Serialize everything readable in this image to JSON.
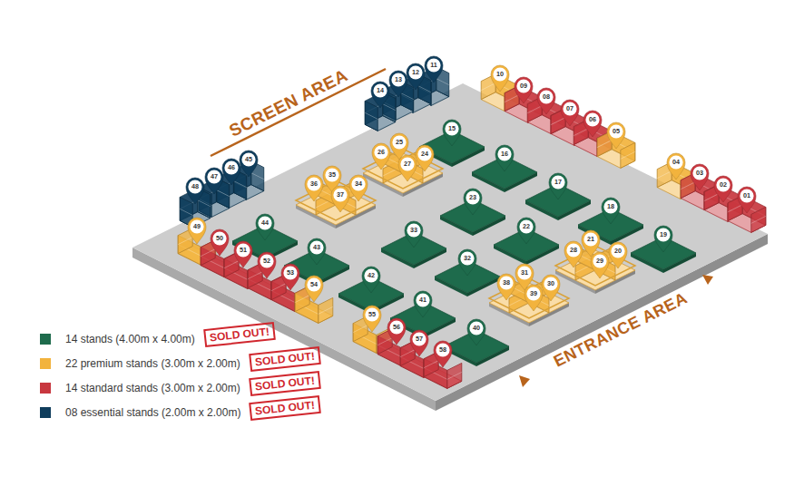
{
  "diagram": {
    "nodes": [
      {
        "text": [
          "01"
        ]
      },
      {
        "text": [
          "02"
        ]
      },
      {
        "text": [
          "03"
        ]
      },
      {
        "text": [
          "04"
        ]
      },
      {
        "text": [
          "05"
        ]
      },
      {
        "text": [
          "06"
        ]
      },
      {
        "text": [
          "07"
        ]
      },
      {
        "text": [
          "08"
        ]
      },
      {
        "text": [
          "09"
        ]
      },
      {
        "text": [
          "10"
        ]
      },
      {
        "text": [
          "11"
        ]
      },
      {
        "text": [
          "12"
        ]
      },
      {
        "text": [
          "13"
        ]
      },
      {
        "text": [
          "14"
        ]
      },
      {
        "text": [
          "15"
        ]
      },
      {
        "text": [
          "16"
        ]
      },
      {
        "text": [
          "17"
        ]
      },
      {
        "text": [
          "18"
        ]
      },
      {
        "text": [
          "19"
        ]
      },
      {
        "text": [
          "20"
        ]
      },
      {
        "text": [
          "21"
        ]
      },
      {
        "text": [
          "22"
        ]
      },
      {
        "text": [
          "23"
        ]
      },
      {
        "text": [
          "24"
        ]
      },
      {
        "text": [
          "25"
        ]
      },
      {
        "text": [
          "26"
        ]
      },
      {
        "text": [
          "27"
        ]
      },
      {
        "text": [
          "28"
        ]
      },
      {
        "text": [
          "29"
        ]
      },
      {
        "text": [
          "30"
        ]
      },
      {
        "text": [
          "31"
        ]
      },
      {
        "text": [
          "32"
        ]
      },
      {
        "text": [
          "33"
        ]
      },
      {
        "text": [
          "34"
        ]
      },
      {
        "text": [
          "35"
        ]
      },
      {
        "text": [
          "36"
        ]
      },
      {
        "text": [
          "37"
        ]
      },
      {
        "text": [
          "38"
        ]
      },
      {
        "text": [
          "39"
        ]
      },
      {
        "text": [
          "40"
        ]
      },
      {
        "text": [
          "41"
        ]
      },
      {
        "text": [
          "42"
        ]
      },
      {
        "text": [
          "43"
        ]
      },
      {
        "text": [
          "44"
        ]
      },
      {
        "text": [
          "45"
        ]
      },
      {
        "text": [
          "46"
        ]
      },
      {
        "text": [
          "47"
        ]
      },
      {
        "text": [
          "48"
        ]
      },
      {
        "text": [
          "49"
        ]
      },
      {
        "text": [
          "50"
        ]
      },
      {
        "text": [
          "51"
        ]
      },
      {
        "text": [
          "52"
        ]
      },
      {
        "text": [
          "53"
        ]
      },
      {
        "text": [
          "54"
        ]
      },
      {
        "text": [
          "55"
        ]
      },
      {
        "text": [
          "56"
        ]
      },
      {
        "text": [
          "57"
        ]
      },
      {
        "text": [
          "58"
        ]
      }
    ],
    "labels": [
      "SCREEN AREA",
      "ENTRANCE AREA",
      "SOLD OUT!",
      "SOLD OUT!",
      "SOLD OUT!",
      "SOLD OUT!"
    ],
    "legend": [
      {
        "text": "14 stands (4.00m x 4.00m)",
        "color": "#1e6b4c"
      },
      {
        "text": "22 premium stands (3.00m x 2.00m)",
        "color": "#f2b33d"
      },
      {
        "text": "14 standard stands (3.00m x 2.00m)",
        "color": "#c8373f"
      },
      {
        "text": "08 essential stands (2.00m x 2.00m)",
        "color": "#0f3d5c"
      }
    ]
  }
}
